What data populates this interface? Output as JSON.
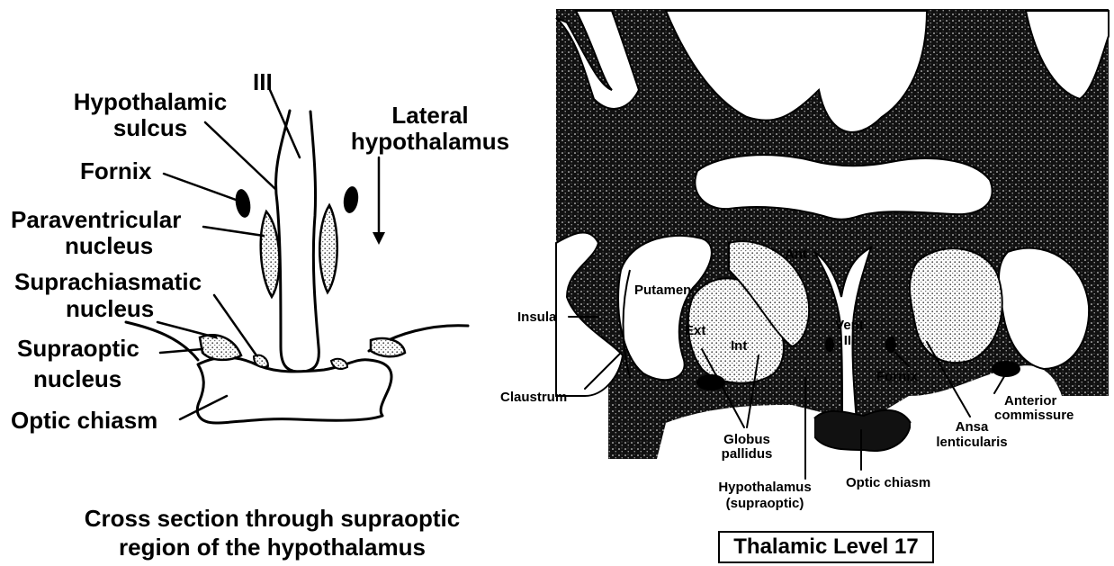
{
  "left_diagram": {
    "labels": {
      "iii": "III",
      "hypothalamic_sulcus_1": "Hypothalamic",
      "hypothalamic_sulcus_2": "sulcus",
      "lateral_hypothalamus_1": "Lateral",
      "lateral_hypothalamus_2": "hypothalamus",
      "fornix": "Fornix",
      "paraventricular_1": "Paraventricular",
      "paraventricular_2": "nucleus",
      "suprachiasmatic_1": "Suprachiasmatic",
      "suprachiasmatic_2": "nucleus",
      "supraoptic_1": "Supraoptic",
      "supraoptic_2": "nucleus",
      "optic_chiasm": "Optic chiasm"
    },
    "caption_line1": "Cross section through supraoptic",
    "caption_line2": "region of the hypothalamus"
  },
  "right_diagram": {
    "labels": {
      "ant": "Ant",
      "putamen": "Putamen",
      "insula": "Insula",
      "ext": "Ext",
      "int": "Int",
      "vent_1": "Vent",
      "vent_2": "III",
      "fornix": "Fornix",
      "claustrum": "Claustrum",
      "anterior_commissure_1": "Anterior",
      "anterior_commissure_2": "commissure",
      "ansa_1": "Ansa",
      "ansa_2": "lenticularis",
      "globus_1": "Globus",
      "globus_2": "pallidus",
      "hypothalamus_1": "Hypothalamus",
      "hypothalamus_2": "(supraoptic)",
      "optic_chiasm": "Optic chiasm"
    },
    "level_caption": "Thalamic Level 17"
  },
  "colors": {
    "ink": "#000000",
    "paper": "#ffffff",
    "stipple": "#c8c8c8"
  }
}
